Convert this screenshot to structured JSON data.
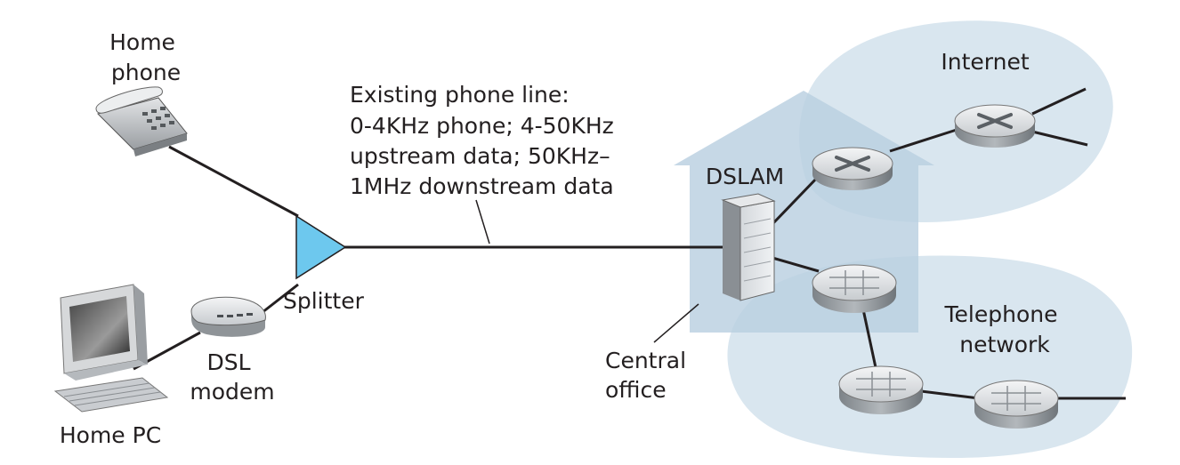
{
  "labels": {
    "home_phone": [
      "Home",
      "phone"
    ],
    "home_pc": "Home PC",
    "dsl_modem": [
      "DSL",
      "modem"
    ],
    "splitter": "Splitter",
    "phone_line": [
      "Existing phone line:",
      "0-4KHz phone; 4-50KHz",
      "upstream data; 50KHz–",
      "1MHz downstream data"
    ],
    "dslam": "DSLAM",
    "central_office": [
      "Central",
      "office"
    ],
    "internet": "Internet",
    "telephone_network": [
      "Telephone",
      "network"
    ]
  },
  "icons": [
    "phone-icon",
    "pc-icon",
    "modem-icon",
    "splitter-icon",
    "dslam-rack-icon",
    "router-icon",
    "switch-icon"
  ],
  "colors": {
    "splitter": "#6dc8ee",
    "house": "#b9d0e0",
    "cloud": "#d9e6ef",
    "line": "#231f20"
  }
}
